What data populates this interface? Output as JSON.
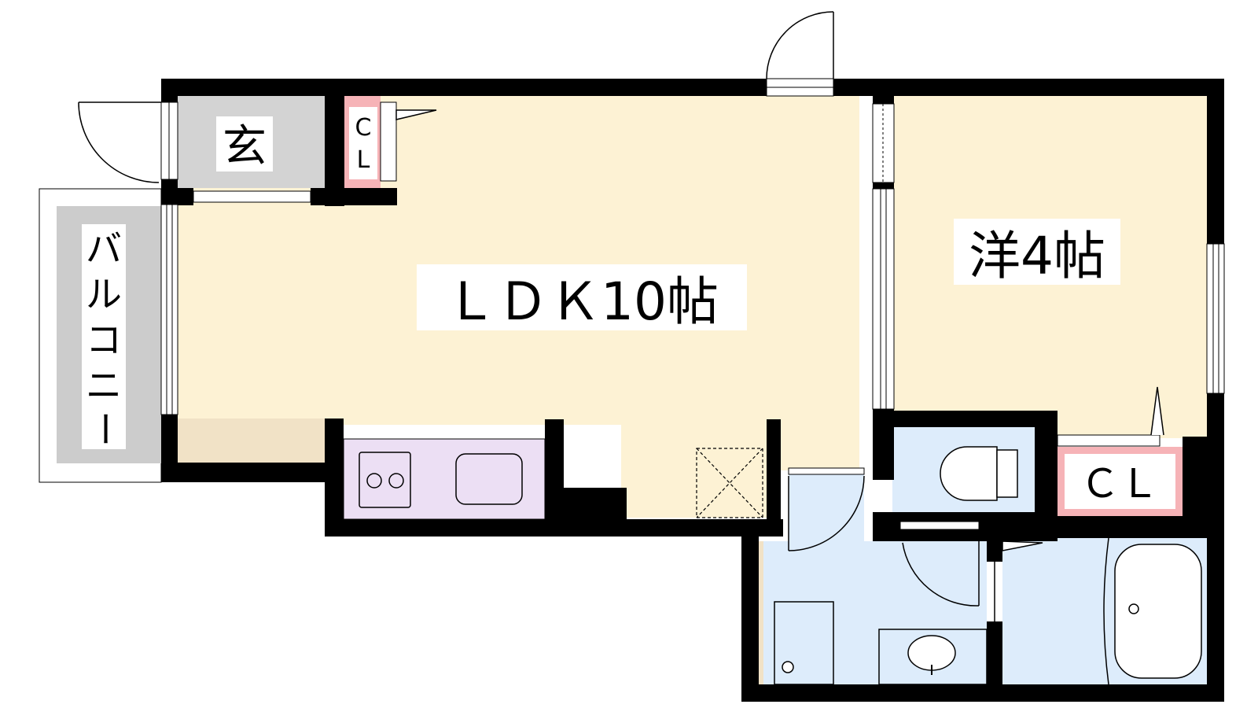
{
  "rooms": {
    "entrance": {
      "label": "玄"
    },
    "closet_small": {
      "line1": "C",
      "line2": "L"
    },
    "ldk": {
      "label": "ＬＤＫ10帖"
    },
    "western": {
      "label": "洋4帖"
    },
    "closet_western": {
      "label": "ＣＬ"
    },
    "balcony": {
      "chars": [
        "バ",
        "ル",
        "コ",
        "ニ",
        "ー"
      ]
    }
  },
  "colors": {
    "wall": "#000000",
    "ldk_floor": "#fdf2d4",
    "western_floor": "#fdf2d4",
    "entrance_floor": "#d3d3d3",
    "balcony_floor": "#cccccc",
    "kitchen": "#ecdff4",
    "wet_area": "#ddecfb",
    "closet_accent": "#f6b3b7",
    "storage_shelf": "#f1e2c6"
  }
}
